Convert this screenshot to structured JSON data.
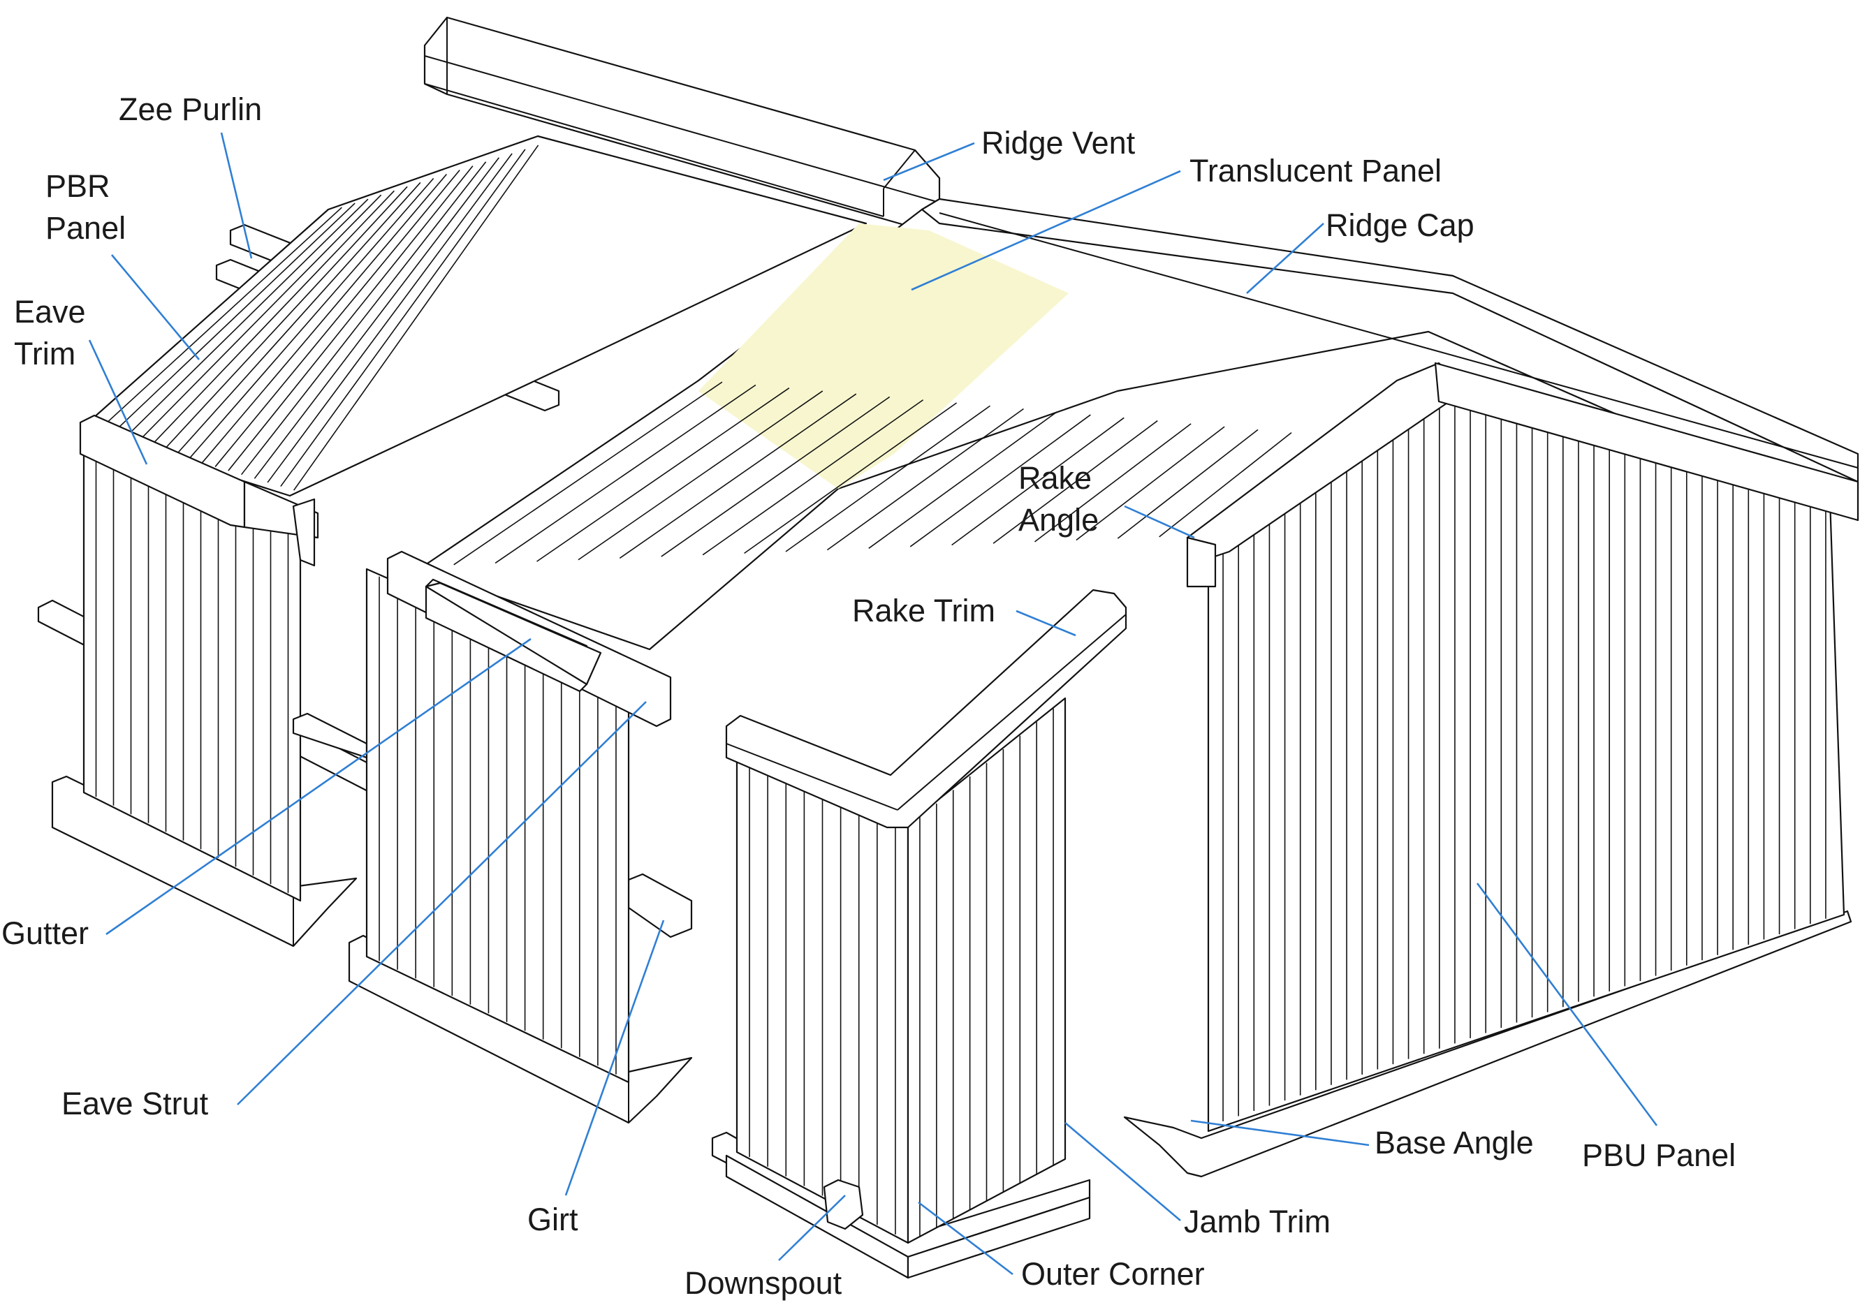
{
  "diagram": {
    "colors": {
      "leader": "#2f7fd4",
      "line": "#111111",
      "translucent": "#f7f6cf",
      "background": "#ffffff"
    },
    "labels": {
      "zee_purlin": "Zee Purlin",
      "pbr_panel_line1": "PBR",
      "pbr_panel_line2": "Panel",
      "eave_trim_line1": "Eave",
      "eave_trim_line2": "Trim",
      "ridge_vent": "Ridge Vent",
      "translucent_panel": "Translucent Panel",
      "ridge_cap": "Ridge Cap",
      "rake_angle_line1": "Rake",
      "rake_angle_line2": "Angle",
      "rake_trim": "Rake Trim",
      "gutter": "Gutter",
      "eave_strut": "Eave Strut",
      "girt": "Girt",
      "downspout": "Downspout",
      "outer_corner": "Outer Corner",
      "jamb_trim": "Jamb Trim",
      "base_angle": "Base Angle",
      "pbu_panel": "PBU Panel"
    }
  }
}
